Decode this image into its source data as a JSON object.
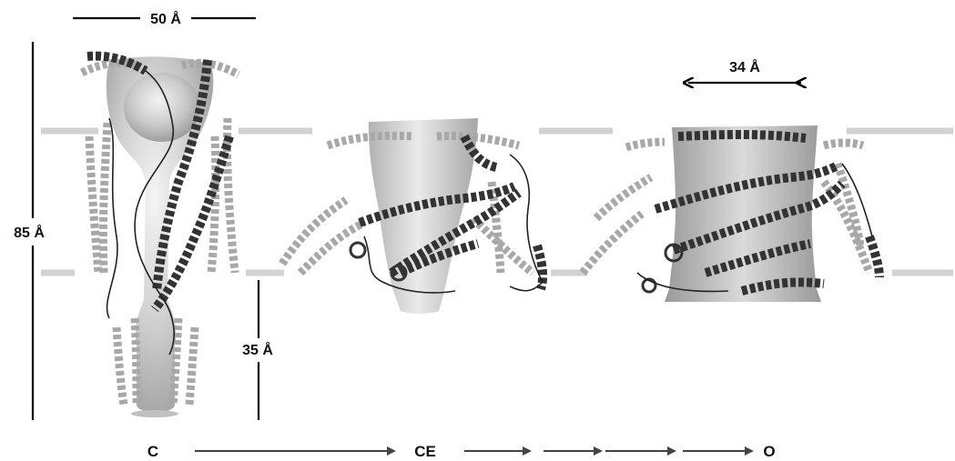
{
  "dimensions": {
    "width_top": "50 Å",
    "height_total": "85 Å",
    "height_lower": "35 Å",
    "pore_width": "34 Å"
  },
  "states": {
    "closed": "C",
    "closed_expanded": "CE",
    "open": "O"
  },
  "colors": {
    "membrane": "#d2d2d2",
    "surface": "#b8b8b8",
    "dark_helix": "#333333",
    "light_helix": "#a8a8a8",
    "arrow": "#444444"
  }
}
